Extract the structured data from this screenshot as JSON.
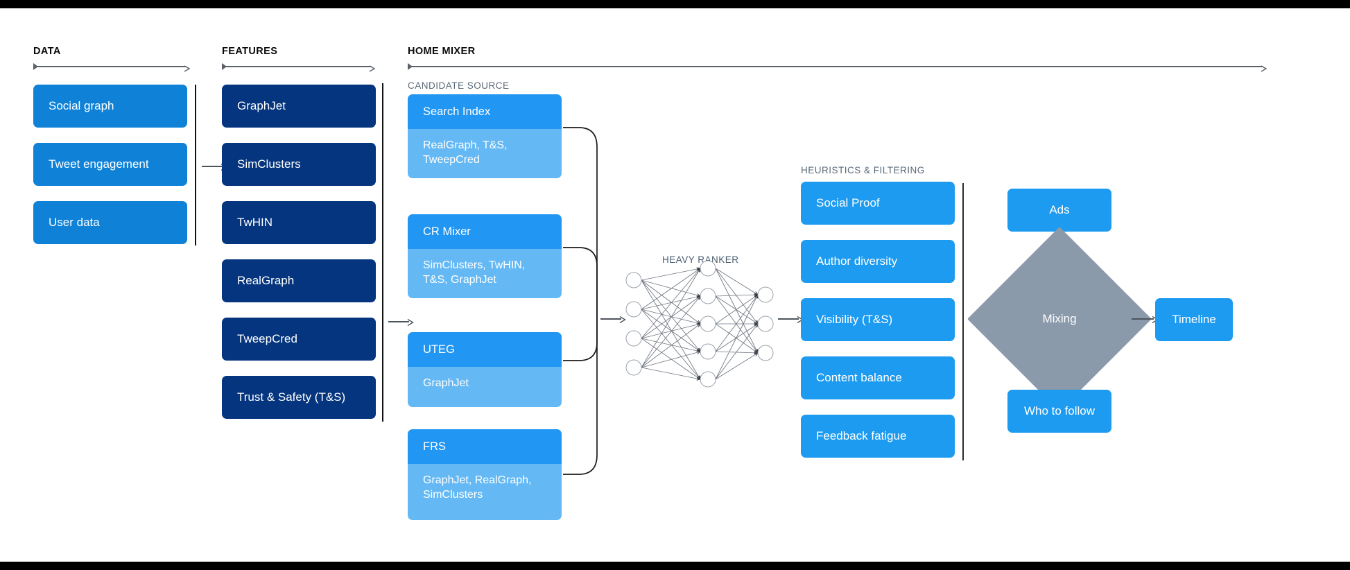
{
  "sections": {
    "data": {
      "title": "DATA"
    },
    "features": {
      "title": "FEATURES"
    },
    "home_mixer": {
      "title": "HOME MIXER"
    },
    "candidate_source": {
      "title": "CANDIDATE SOURCE"
    },
    "heavy_ranker": {
      "title": "HEAVY RANKER"
    },
    "heuristics": {
      "title": "HEURISTICS & FILTERING"
    }
  },
  "data_boxes": [
    {
      "label": "Social graph"
    },
    {
      "label": "Tweet engagement"
    },
    {
      "label": "User data"
    }
  ],
  "feature_boxes": [
    {
      "label": "GraphJet"
    },
    {
      "label": "SimClusters"
    },
    {
      "label": "TwHIN"
    },
    {
      "label": "RealGraph"
    },
    {
      "label": "TweepCred"
    },
    {
      "label": "Trust & Safety (T&S)"
    }
  ],
  "candidate_sources": [
    {
      "name": "Search Index",
      "uses": "RealGraph, T&S, TweepCred"
    },
    {
      "name": "CR Mixer",
      "uses": "SimClusters, TwHIN, T&S, GraphJet"
    },
    {
      "name": "UTEG",
      "uses": "GraphJet"
    },
    {
      "name": "FRS",
      "uses": "GraphJet, RealGraph, SimClusters"
    }
  ],
  "heuristics_boxes": [
    {
      "label": "Social Proof"
    },
    {
      "label": "Author diversity"
    },
    {
      "label": "Visibility (T&S)"
    },
    {
      "label": "Content balance"
    },
    {
      "label": "Feedback fatigue"
    }
  ],
  "mixing": {
    "ads_label": "Ads",
    "node_label": "Mixing",
    "who_to_follow_label": "Who to follow",
    "timeline_label": "Timeline"
  },
  "neural_network": {
    "input_nodes": 4,
    "hidden_nodes": 5,
    "output_nodes": 3
  },
  "colors": {
    "navy": "#05357e",
    "bright_blue": "#0f82d8",
    "blue": "#1d9bf0",
    "cs_header": "#2196f3",
    "cs_body": "#64b9f4",
    "diamond_grey": "#8b9aab",
    "arrow_grey": "#4d545c",
    "label_grey": "#5b6a78",
    "background": "#ffffff",
    "letterbox": "#000000"
  }
}
